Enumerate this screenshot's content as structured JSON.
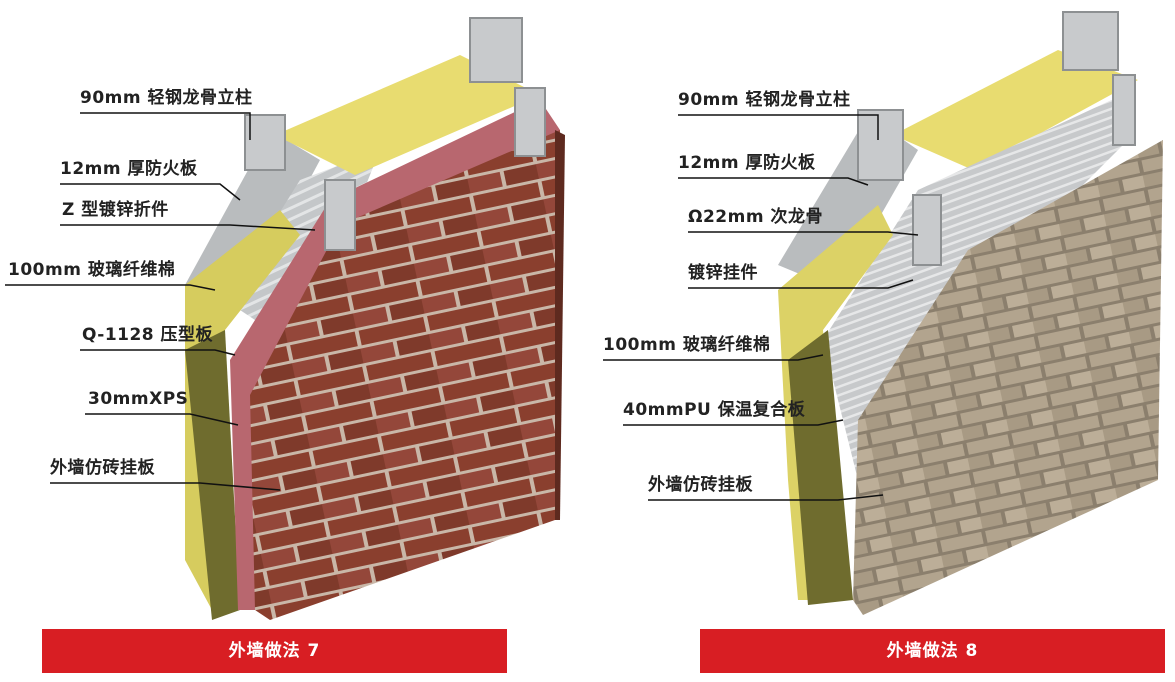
{
  "left": {
    "labels": [
      "90mm 轻钢龙骨立柱",
      "12mm 厚防火板",
      "Z 型镀锌折件",
      "100mm 玻璃纤维棉",
      "Q-1128 压型板",
      "30mmXPS",
      "外墙仿砖挂板"
    ],
    "caption": "外墙做法 7"
  },
  "right": {
    "labels": [
      "90mm 轻钢龙骨立柱",
      "12mm 厚防火板",
      "Ω22mm 次龙骨",
      "镀锌挂件",
      "100mm 玻璃纤维棉",
      "40mmPU 保温复合板",
      "外墙仿砖挂板"
    ],
    "caption": "外墙做法 8"
  },
  "colors": {
    "caption_red": "#d81e23",
    "insulation_yellow": "#e8dc70",
    "steel_gray": "#b9bcbe",
    "brick_red": "#8a3f2e",
    "xps_pink": "#b8676f",
    "stone_tan": "#b2a48e"
  }
}
